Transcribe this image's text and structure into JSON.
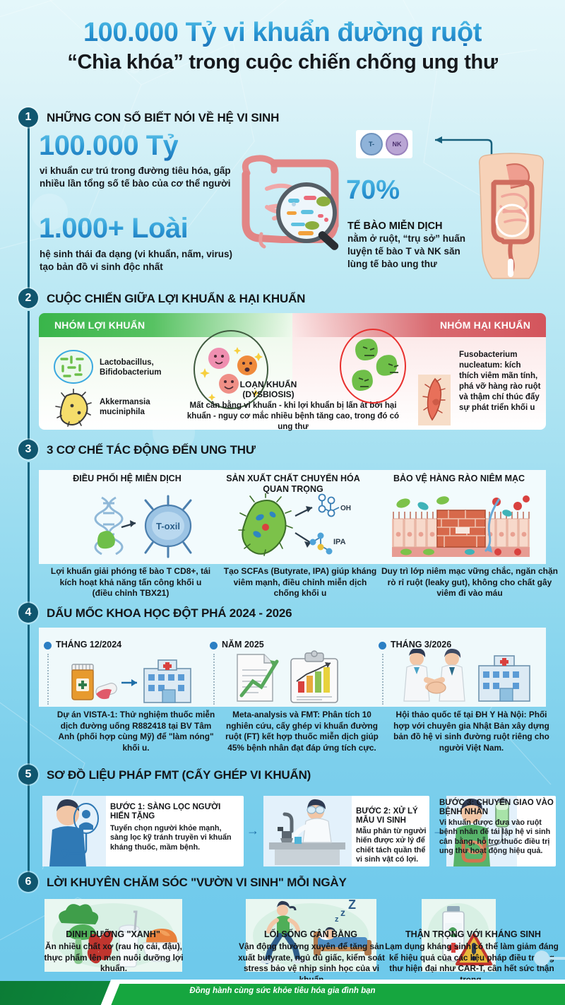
{
  "header": {
    "title": "100.000 Tỷ vi khuẩn đường ruột",
    "subtitle": "“Chìa khóa” trong cuộc chiến chống ung thư"
  },
  "colors": {
    "accent_blue": "#2a9ad6",
    "deep_teal": "#10566f",
    "good_green": "#39b54a",
    "bad_red": "#d3555c",
    "footer_green": "#16a63f"
  },
  "sections": [
    {
      "number": "1",
      "title": "NHỮNG CON SỐ BIẾT NÓI VỀ HỆ VI SINH",
      "stat_1": {
        "value": "100.000 Tỷ",
        "text": "vi khuẩn cư trú trong đường tiêu hóa, gấp nhiều lần tổng số tế bào của cơ thể người"
      },
      "stat_2": {
        "value": "1.000+ Loài",
        "text": "hệ sinh thái đa dạng (vi khuẩn, nấm, virus) tạo bản đồ vi sinh độc nhất"
      },
      "stat_3": {
        "value": "70%",
        "heading": "TẾ BÀO MIỄN DỊCH",
        "text": "nằm ở ruột, “trụ sở” huấn luyện tế bào T và NK săn lùng tế bào ung thư"
      },
      "cells": {
        "t_cell": "T-",
        "nk_cell": "NK"
      }
    },
    {
      "number": "2",
      "title": "CUỘC CHIẾN GIỮA LỢI KHUẨN & HẠI KHUẨN",
      "good": {
        "header": "NHÓM LỢI KHUẨN",
        "items": [
          "Lactobacillus, Bifidobacterium",
          "Akkermansia muciniphila"
        ]
      },
      "dysbiosis": {
        "title_line1": "LOẠN KHUẨN",
        "title_line2": "(DYSBIOSIS)",
        "text": "Mất cân bằng vi khuẩn - khi lợi khuẩn bị lấn át bởi hại khuẩn - nguy cơ mắc nhiều bệnh tăng cao, trong đó có ung thư"
      },
      "bad": {
        "header": "NHÓM HẠI KHUẨN",
        "text": "Fusobacterium nucleatum: kích thích viêm mãn tính, phá vỡ hàng rào ruột và thậm chí thúc đẩy sự phát triển khối u"
      }
    },
    {
      "number": "3",
      "title": "3 CƠ CHẾ TÁC ĐỘNG ĐẾN UNG THƯ",
      "mechanisms": [
        {
          "heading": "ĐIỀU PHỐI HỆ MIỄN DỊCH",
          "caption": "Lợi khuẩn giải phóng tế bào T CD8+, tái kích hoạt khả năng tấn công khối u (điều chỉnh TBX21)",
          "icon_label": "T-oxil"
        },
        {
          "heading": "SẢN XUẤT CHẤT CHUYỂN HÓA QUAN TRỌNG",
          "caption": "Tạo SCFAs (Butyrate, IPA) giúp kháng viêm mạnh, điều chỉnh miễn dịch chống khối u",
          "icon_label": "IPA"
        },
        {
          "heading": "BẢO VỆ HÀNG RÀO NIÊM MẠC",
          "caption": "Duy trì lớp niêm mạc vững chắc, ngăn chặn rò rỉ ruột (leaky gut), không cho chất gây viêm đi vào máu",
          "icon_label": ""
        }
      ]
    },
    {
      "number": "4",
      "title": "DẤU MỐC KHOA HỌC ĐỘT PHÁ 2024 - 2026",
      "milestones": [
        {
          "date": "THÁNG 12/2024",
          "lead": "Dự án VISTA-1:",
          "body": " Thử nghiệm thuốc miễn dịch đường uống R882418 tại BV Tâm Anh (phối hợp cùng Mỹ) để \"làm nóng\" khối u."
        },
        {
          "date": "NĂM 2025",
          "lead": "Meta-analysis và FMT:",
          "body": " Phân tích 10 nghiên cứu, cấy ghép vi khuẩn đường ruột (FT) kết hợp thuốc miễn dịch giúp 45% bệnh nhân đạt đáp ứng tích cực."
        },
        {
          "date": "THÁNG 3/2026",
          "lead": "Hội thảo quốc tế tại ĐH Y Hà Nội:",
          "body": " Phối hợp với chuyên gia Nhật Bản xây dựng bản đồ hệ vi sinh đường ruột riêng cho người Việt Nam."
        }
      ]
    },
    {
      "number": "5",
      "title": "SƠ ĐỒ LIỆU PHÁP FMT (CẤY GHÉP VI KHUẨN)",
      "steps": [
        {
          "heading": "BƯỚC 1: SÀNG LỌC NGƯỜI HIẾN TẶNG",
          "body": "Tuyển chọn người khỏe mạnh, sàng lọc kỹ tránh truyền vi khuẩn kháng thuốc, mầm bệnh."
        },
        {
          "heading": "BƯỚC 2: XỬ LÝ MẪU VI SINH",
          "body": "Mẫu phân từ người hiến được xử lý để chiết tách quần thể vi sinh vật có lợi."
        },
        {
          "heading": "BƯỚC 3: CHUYỂN GIAO VÀO BỆNH NHÂN",
          "body": "Vi khuẩn được đưa vào ruột bệnh nhân để tái lập hệ vi sinh cân bằng, hỗ trợ thuốc điều trị ung thư hoạt động hiệu quả."
        }
      ],
      "arrow": "→"
    },
    {
      "number": "6",
      "title": "LỜI KHUYÊN CHĂM SÓC \"VƯỜN VI SINH\" MỖI NGÀY",
      "tips": [
        {
          "heading": "DINH DƯỠNG \"XANH\"",
          "body": "Ăn nhiều chất xơ (rau họ cải, đậu), thực phẩm lên men nuôi dưỡng lợi khuẩn."
        },
        {
          "heading": "LỐI SỐNG CÂN BẰNG",
          "body_1": "Vận động thường xuyên để tăng sản xuất ",
          "body_bold": "butyrate",
          "body_2": ", ngủ đủ giấc, kiểm soát stress bảo vệ nhịp sinh học của vi khuẩn"
        },
        {
          "heading": "THẬN TRỌNG VỚI KHÁNG SINH",
          "body": "Lạm dụng kháng sinh có thể làm giảm đáng kể hiệu quả của các liệu pháp điều trị ung thư hiện đại như CAR-T, cần hết sức thận trọng."
        }
      ]
    }
  ],
  "footer": {
    "text": "Đồng hành cùng sức khỏe tiêu hóa gia đình bạn"
  }
}
